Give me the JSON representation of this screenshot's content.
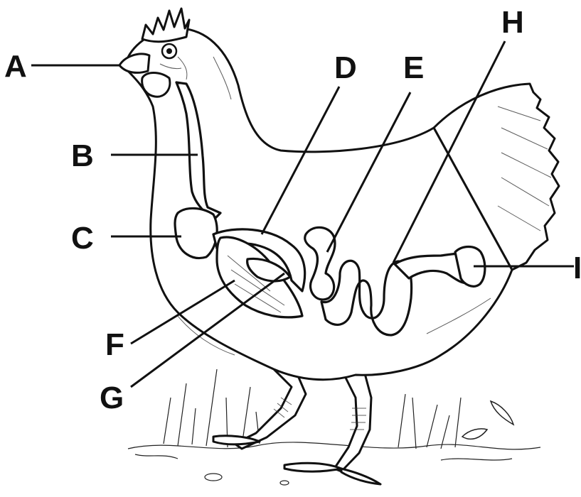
{
  "diagram": {
    "labels": {
      "A": "A",
      "B": "B",
      "C": "C",
      "D": "D",
      "E": "E",
      "F": "F",
      "G": "G",
      "H": "H",
      "I": "I"
    },
    "colors": {
      "line": "#111111",
      "background": "#ffffff"
    }
  }
}
